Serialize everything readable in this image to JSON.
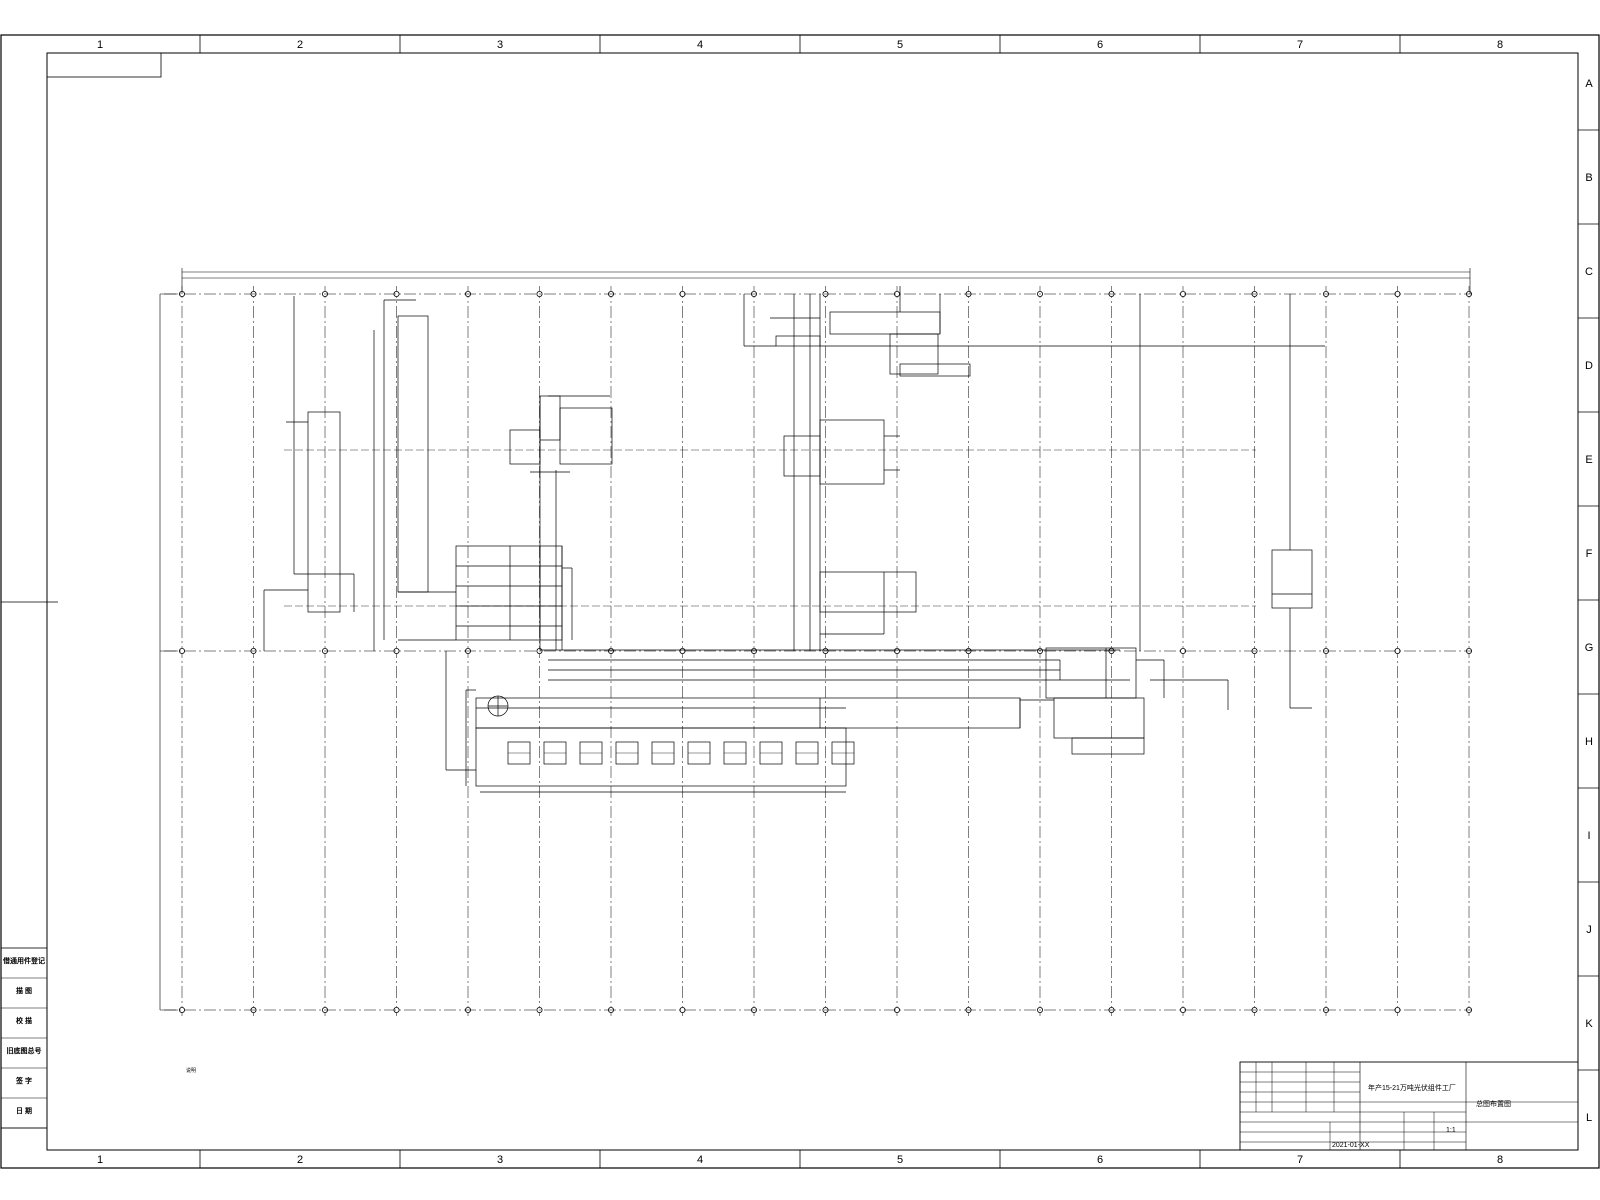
{
  "frame": {
    "columns": [
      "1",
      "2",
      "3",
      "4",
      "5",
      "6",
      "7",
      "8"
    ],
    "rows": [
      "A",
      "B",
      "C",
      "D",
      "E",
      "F",
      "G",
      "H",
      "I",
      "J",
      "K",
      "L"
    ]
  },
  "side_labels": [
    "借通用件登记",
    "旧底图总号",
    "签 字",
    "日 期"
  ],
  "title_block": {
    "project": "年产15-21万吨光伏组件工厂",
    "drawing": "总图布置图",
    "date": "2021-01-XX",
    "sheet": "1:1"
  },
  "note": "说明"
}
